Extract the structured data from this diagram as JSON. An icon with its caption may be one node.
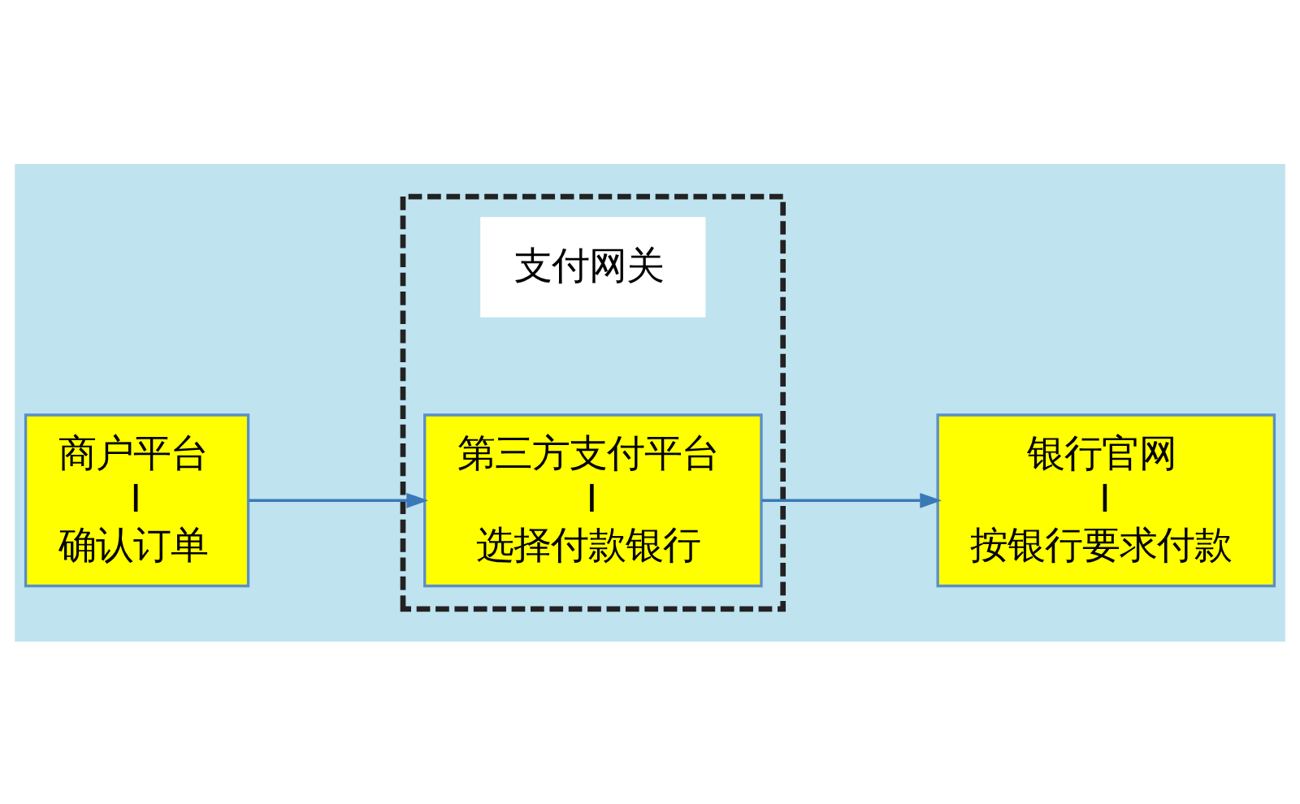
{
  "diagram": {
    "nodes": [
      {
        "text": [
          "商户平台",
          "I",
          "确认订单"
        ]
      },
      {
        "text": [],
        "shape": "box"
      },
      {
        "text": [
          "支付网关"
        ],
        "in": 1
      },
      {
        "text": [
          "第三方支付平台",
          "I",
          "选择付款银行"
        ],
        "in": 1
      },
      {
        "text": [
          "银行官网",
          "I",
          "按银行要求付款"
        ]
      }
    ],
    "edges": [
      {
        "from": 0,
        "to": 3,
        "arrow": "to"
      },
      {
        "from": 3,
        "to": 4,
        "arrow": "to"
      }
    ]
  }
}
